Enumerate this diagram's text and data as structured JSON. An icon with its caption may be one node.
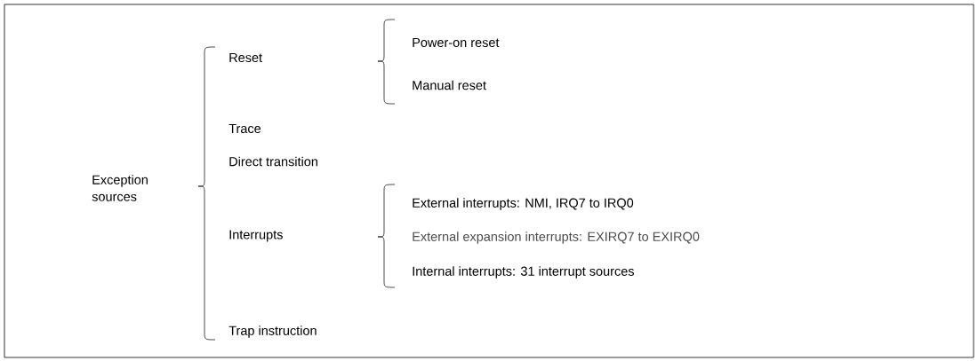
{
  "diagram": {
    "labels": [
      "Exception sources",
      "Reset",
      "Power-on reset",
      "Manual reset",
      "Trace",
      "Direct transition",
      "External interrupts: NMI, IRQ7 to IRQ0",
      "Interrupts",
      "External expansion interrupts: EXIRQ7 to EXIRQ0",
      "Internal interrupts: 31 interrupt sources",
      "Trap instruction"
    ]
  }
}
